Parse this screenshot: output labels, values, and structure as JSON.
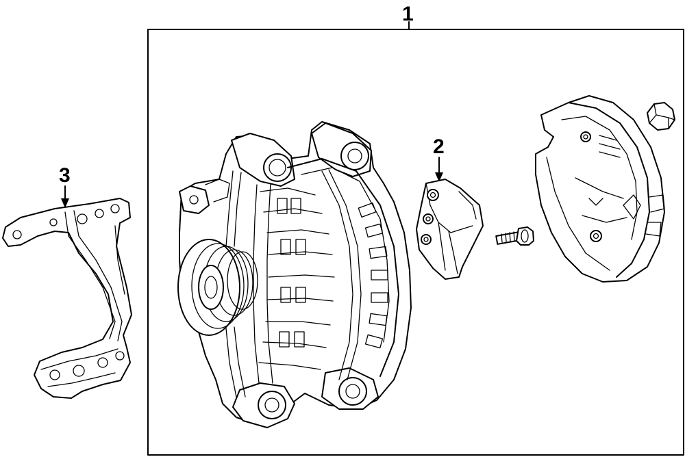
{
  "callouts": {
    "c1": {
      "label": "1"
    },
    "c2": {
      "label": "2"
    },
    "c3": {
      "label": "3"
    }
  },
  "parts": [
    {
      "id": "alternator-assembly",
      "icon": "alternator-icon"
    },
    {
      "id": "voltage-regulator",
      "icon": "regulator-icon"
    },
    {
      "id": "mounting-bracket",
      "icon": "bracket-icon"
    },
    {
      "id": "rear-cover",
      "icon": "cover-icon"
    },
    {
      "id": "bolt",
      "icon": "bolt-icon"
    },
    {
      "id": "nut",
      "icon": "nut-icon"
    }
  ]
}
